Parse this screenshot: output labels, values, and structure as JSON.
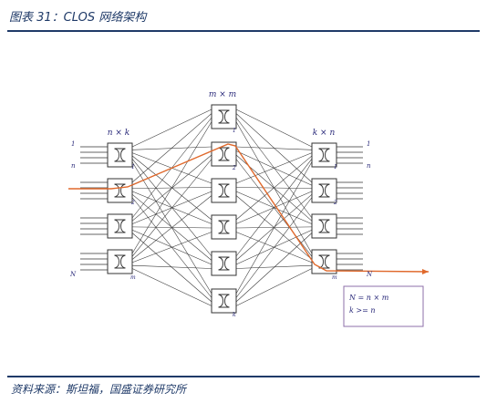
{
  "header": {
    "title": "图表 31：CLOS 网络架构"
  },
  "footer": {
    "source": "资料来源：斯坦福，国盛证券研究所"
  },
  "diagram": {
    "left_stage_label": "n × k",
    "middle_stage_label": "m × m",
    "right_stage_label": "k × n",
    "left_port_labels": [
      "1",
      "n",
      "N"
    ],
    "right_port_labels": [
      "1",
      "n",
      "N"
    ],
    "switch_index_labels": [
      "1",
      "2",
      "m"
    ],
    "middle_index_labels": [
      "1",
      "2",
      "k"
    ],
    "legend_line1": "N = n × m",
    "legend_line2": "k >= n",
    "colors": {
      "stroke": "#333333",
      "path": "#e0692c",
      "label": "#2a2a7a",
      "legend_border": "#8e6fa8"
    }
  }
}
